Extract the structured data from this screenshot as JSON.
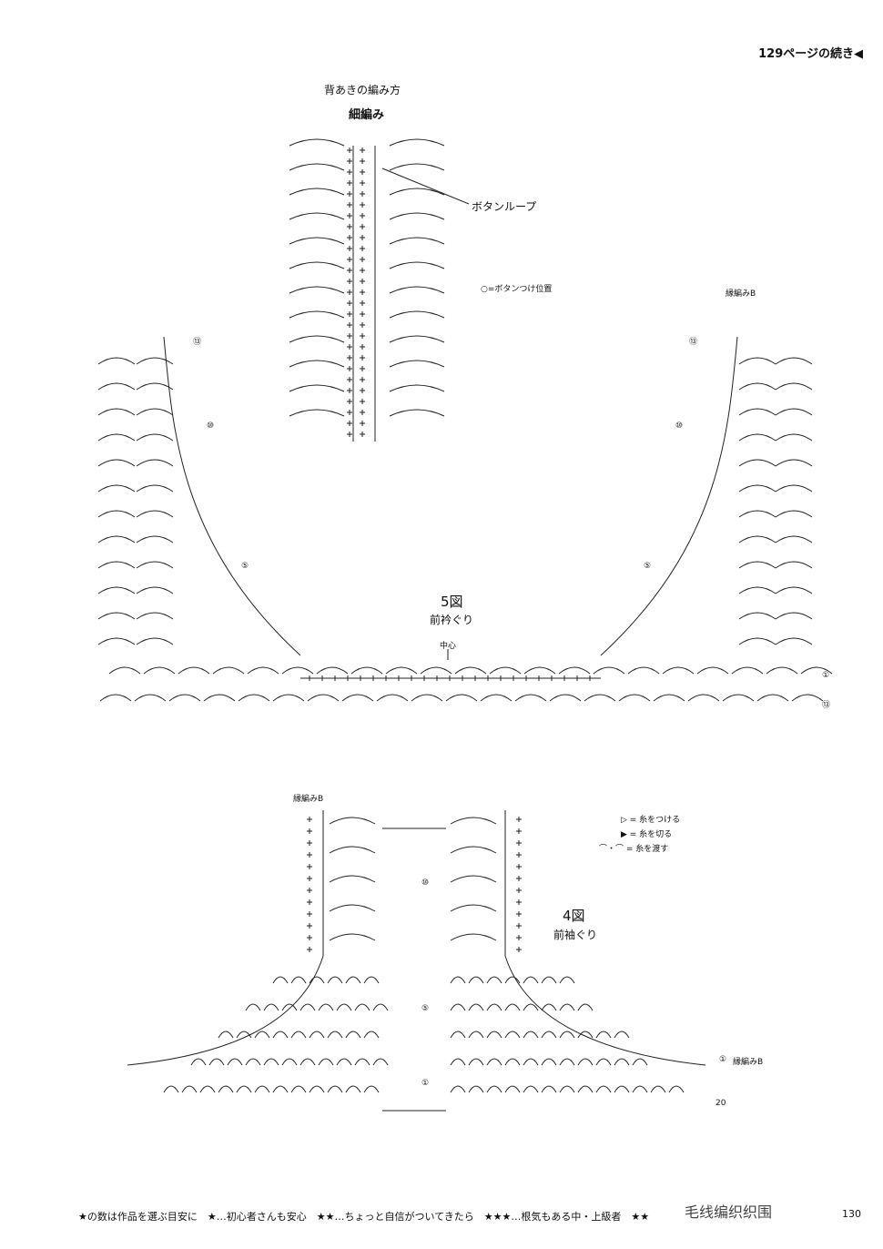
{
  "header": {
    "page_ref": "129ページの続き◀"
  },
  "back_opening": {
    "title": "背あきの編み方",
    "stitch_label": "細編み",
    "button_loop_label": "ボタンループ",
    "button_position_label": "○=ボタンつけ位置"
  },
  "fig5": {
    "title": "5図",
    "subtitle": "前衿ぐり",
    "center_label": "中心",
    "edge_label": "縁編みB",
    "row_labels": [
      "①",
      "⑤",
      "⑩",
      "⑬"
    ]
  },
  "fig4": {
    "title": "4図",
    "subtitle": "前袖ぐり",
    "edge_label": "縁編みB",
    "row_labels": [
      "①",
      "⑤",
      "⑩",
      "20"
    ],
    "edge_label_right": "縁編みB"
  },
  "legend": {
    "attach": "▷ = 糸をつける",
    "cut": "▶ = 糸を切る",
    "carry": "⌒・⌒ = 糸を渡す"
  },
  "footer": {
    "difficulty": "★の数は作品を選ぶ目安に　★…初心者さんも安心　★★…ちょっと自信がついてきたら　★★★…根気もある中・上級者　★★",
    "watermark": "毛线编织织围",
    "page_number": "130"
  }
}
